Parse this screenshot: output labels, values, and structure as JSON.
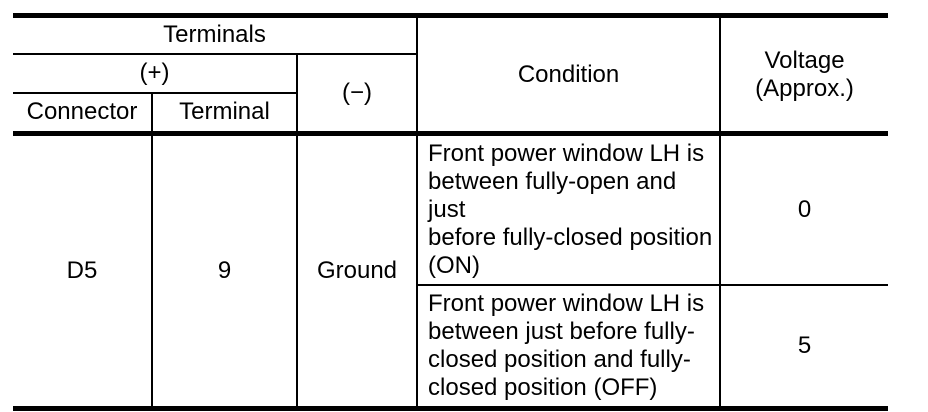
{
  "table": {
    "header": {
      "terminals": "Terminals",
      "plus": "(+)",
      "minus": "(−)",
      "connector": "Connector",
      "terminal": "Terminal",
      "condition": "Condition",
      "voltage_lines": [
        "Voltage",
        "(Approx.)"
      ]
    },
    "body": {
      "connector": "D5",
      "terminal": "9",
      "minus": "Ground",
      "rows": [
        {
          "condition_lines": [
            "Front power window LH is",
            "between fully-open and just",
            "before fully-closed position",
            "(ON)"
          ],
          "voltage": "0"
        },
        {
          "condition_lines": [
            "Front power window LH is",
            "between just before fully-",
            "closed position and fully-",
            "closed position (OFF)"
          ],
          "voltage": "5"
        }
      ]
    },
    "colors": {
      "border": "#000000",
      "text": "#000000",
      "background": "#ffffff"
    }
  }
}
